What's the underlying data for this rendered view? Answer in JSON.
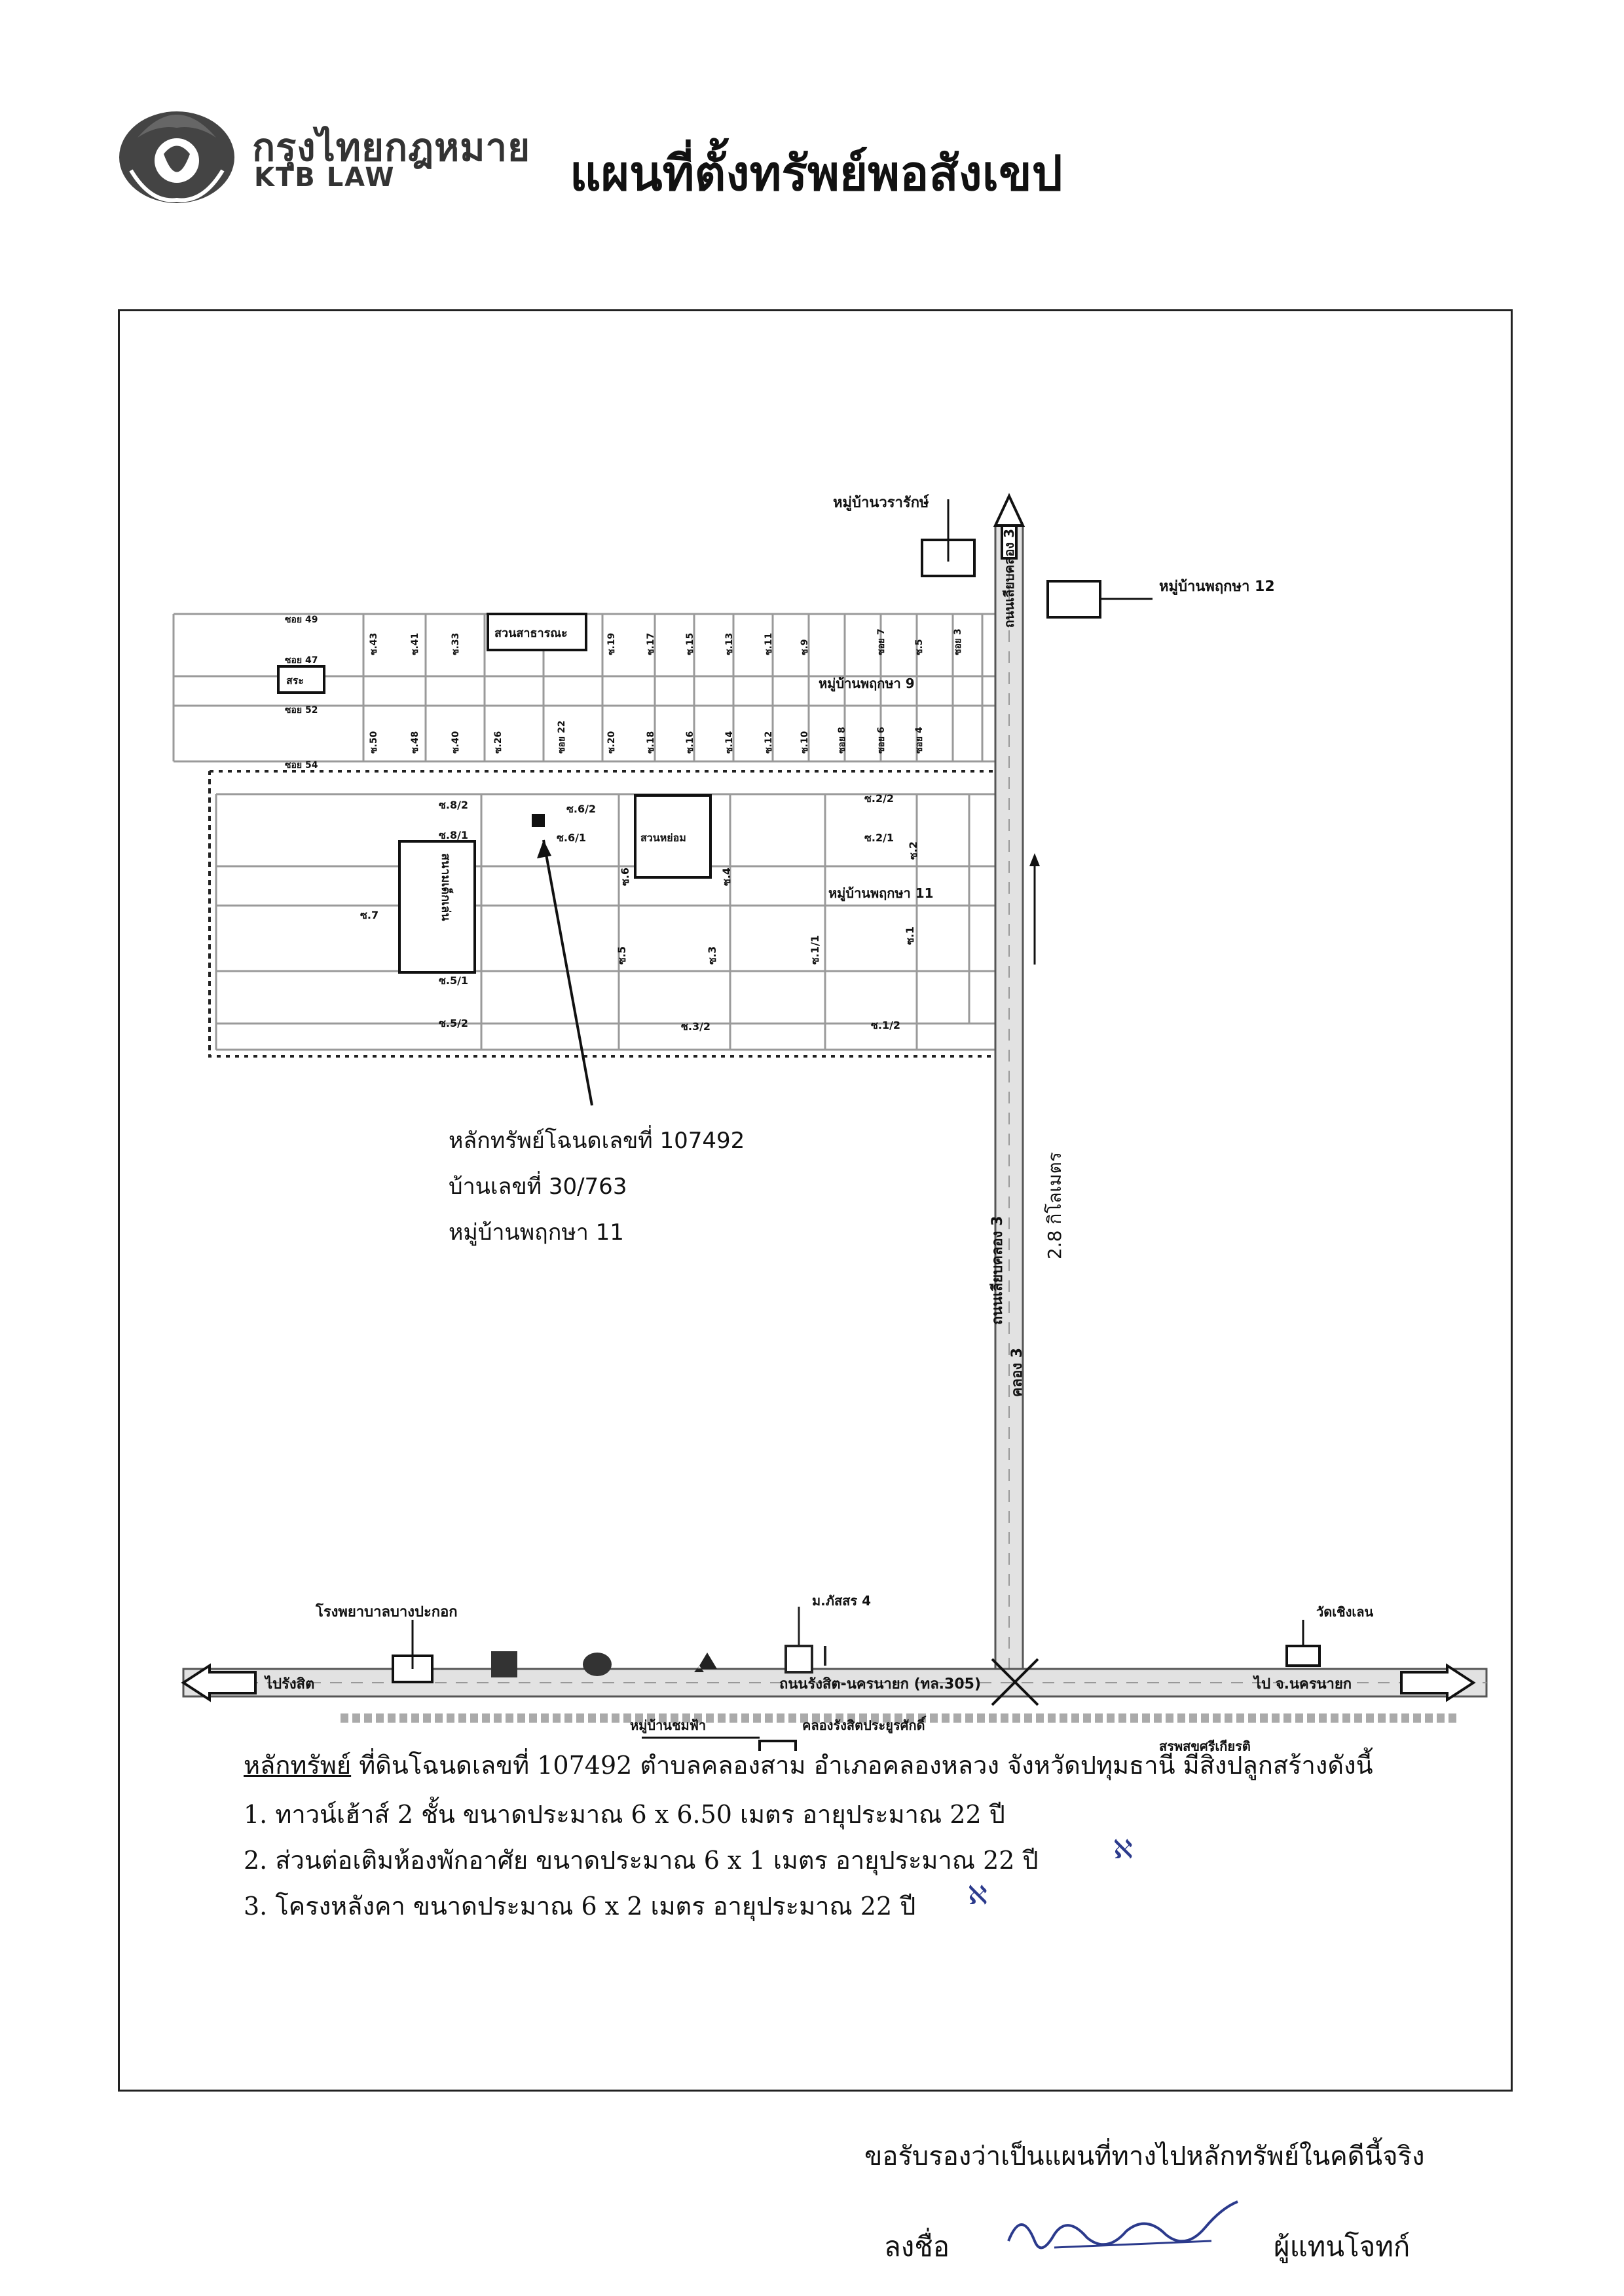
{
  "header": {
    "brand_thai": "กรุงไทยกฎหมาย",
    "brand_en": "KTB LAW",
    "title": "แผนที่ตั้งทรัพย์พอสังเขป"
  },
  "map": {
    "labels": {
      "village_worarak": "หมู่บ้านวรารักษ์",
      "village_pruksa12": "หมู่บ้านพฤกษา 12",
      "village_pruksa9": "หมู่บ้านพฤกษา 9",
      "village_pruksa11": "หมู่บ้านพฤกษา 11",
      "public_park": "สวนสาธารณะ",
      "playground": "สนามเด็กเล่น",
      "garden": "สวนหย่อม",
      "pool": "สระ",
      "road_liab_klong3_north": "ถนนเลียบคลอง 3",
      "road_liab_klong3": "ถนนเลียบคลอง 3",
      "klong3": "คลอง 3",
      "distance": "2.8 กิโลเมตร",
      "hospital": "โรงพยาบาลบางปะกอก",
      "to_rangsit": "ไปรังสิต",
      "to_nakhon_nayok": "ไป จ.นครนายก",
      "main_road": "ถนนรังสิต-นครนายก (ทล.305)",
      "canal": "คลองรังสิตประยูรศักดิ์",
      "village_chomfa": "หมู่บ้านชมฟ้า",
      "pattharin4": "ม.ภัสสร 4",
      "wat_chaem": "วัดเชิงเลน",
      "interchange": "สรพสุขศรีเกียรติ"
    },
    "sois": {
      "upper_vertical_top": [
        "ซ.43",
        "ซ.41",
        "ซ.33",
        "ซ.19",
        "ซ.17",
        "ซ.15",
        "ซ.13",
        "ซ.11",
        "ซ.9",
        "ซอย 7",
        "ซ.5",
        "ซอย 3"
      ],
      "upper_vertical_bottom": [
        "ซ.50",
        "ซ.48",
        "ซ.40",
        "ซ.26",
        "ซอย 22",
        "ซ.20",
        "ซ.18",
        "ซ.16",
        "ซ.14",
        "ซ.12",
        "ซ.10",
        "ซอย 8",
        "ซอย 6",
        "ซอย 4"
      ],
      "upper_horizontal": [
        "ซอย 49",
        "ซอย 47",
        "ซอย 52",
        "ซอย 54"
      ],
      "lower": [
        "ซ.8/2",
        "ซ.8/1",
        "ซ.6/2",
        "ซ.6/1",
        "ซ.7",
        "ซ.5/1",
        "ซ.5/2",
        "ซ.6",
        "ซ.5",
        "ซ.4",
        "ซ.3",
        "ซ.3/2",
        "ซ.2/2",
        "ซ.2/1",
        "ซ.2",
        "ซ.1/1",
        "ซ.1",
        "ซ.1/2"
      ]
    },
    "property": {
      "line1": "หลักทรัพย์โฉนดเลขที่ 107492",
      "line2": "บ้านเลขที่ 30/763",
      "line3": "หมู่บ้านพฤกษา 11"
    }
  },
  "description": {
    "heading_label": "หลักทรัพย์",
    "heading_text": " ที่ดินโฉนดเลขที่ 107492 ตำบลคลองสาม อำเภอคลองหลวง จังหวัดปทุมธานี มีสิ่งปลูกสร้างดังนี้",
    "items": [
      "1. ทาวน์เฮ้าส์ 2 ชั้น ขนาดประมาณ 6 x 6.50 เมตร อายุประมาณ 22 ปี",
      "2. ส่วนต่อเติมห้องพักอาศัย ขนาดประมาณ 6 x 1     เมตร อายุประมาณ 22 ปี",
      "3. โครงหลังคา ขนาดประมาณ 6 x 2     เมตร อายุประมาณ 22 ปี"
    ]
  },
  "certification": {
    "text": "ขอรับรองว่าเป็นแผนที่ทางไปหลักทรัพย์ในคดีนี้จริง",
    "sign_label": "ลงชื่อ",
    "role": "ผู้แทนโจทก์"
  }
}
